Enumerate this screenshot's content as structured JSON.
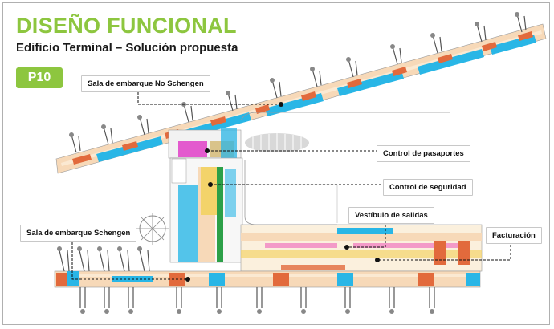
{
  "header": {
    "title": "DISEÑO FUNCIONAL",
    "subtitle": "Edificio Terminal – Solución propuesta",
    "badge": "P10"
  },
  "callouts": {
    "no_schengen": "Sala de embarque No Schengen",
    "passport_control": "Control de pasaportes",
    "security_control": "Control de seguridad",
    "departures_hall": "Vestíbulo de salidas",
    "check_in": "Facturación",
    "schengen": "Sala de embarque Schengen"
  },
  "colors": {
    "accent_green": "#8dc63f",
    "floor_peach": "#f7d9b8",
    "zone_blue": "#29b6e6",
    "zone_orange": "#e26a3c",
    "zone_magenta": "#e040c8",
    "zone_yellow": "#f3d36a",
    "zone_green": "#2ca048"
  }
}
